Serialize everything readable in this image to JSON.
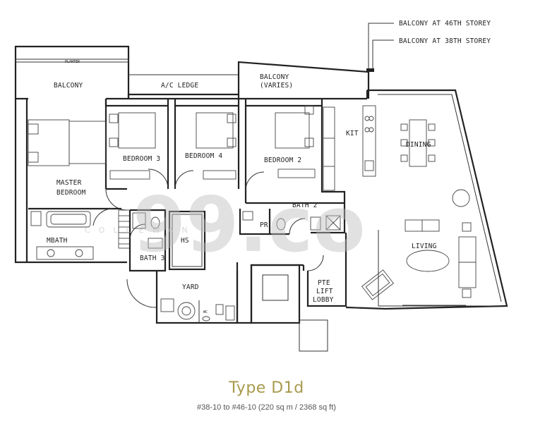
{
  "plan": {
    "labels": {
      "balcony_46": "BALCONY AT 46TH STOREY",
      "balcony_38": "BALCONY AT 38TH STOREY",
      "planter": "PLANTER",
      "balcony_left": "BALCONY",
      "ac_ledge": "A/C LEDGE",
      "balcony_varies_1": "BALCONY",
      "balcony_varies_2": "(VARIES)",
      "kit": "KIT",
      "dining": "DINING",
      "bedroom3": "BEDROOM 3",
      "bedroom4": "BEDROOM 4",
      "bedroom2": "BEDROOM 2",
      "master_1": "MASTER",
      "master_2": "BEDROOM",
      "bath2": "BATH 2",
      "pr": "PR",
      "mbath": "MBATH",
      "hs": "HS",
      "bath3": "BATH 3",
      "living": "LIVING",
      "yard": "YARD",
      "wc": "WC",
      "pte_1": "PTE",
      "pte_2": "LIFT",
      "pte_3": "LOBBY"
    },
    "watermark": "99.co",
    "watermark_sub": "COLLEWAN"
  },
  "caption": {
    "title": "Type D1d",
    "units": "#38-10 to #46-10 (220 sq m / 2368 sq ft)"
  }
}
